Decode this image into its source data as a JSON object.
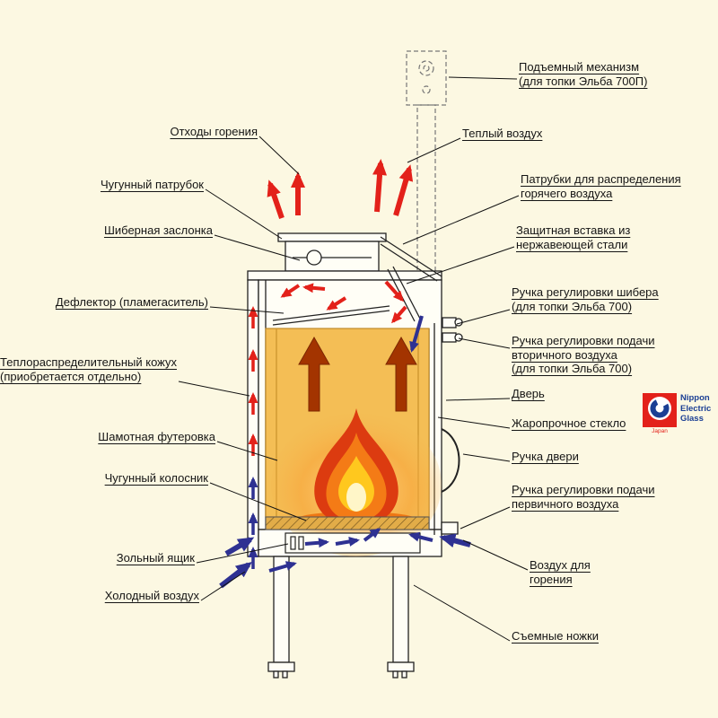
{
  "colors": {
    "background": "#FCF8E2",
    "hot_air_red": "#E3211A",
    "cold_air_blue": "#2E3192",
    "updraft_dark_red": "#A33400",
    "firebox_orange": "#F4BE55",
    "logo_red": "#E3211A",
    "logo_blue": "#1B3F94"
  },
  "logo": {
    "lines": [
      "Nippon",
      "Electric",
      "Glass"
    ],
    "country": "Japan"
  },
  "labels": {
    "left": [
      {
        "lines": [
          "Отходы горения"
        ]
      },
      {
        "lines": [
          "Чугунный патрубок"
        ]
      },
      {
        "lines": [
          "Шиберная заслонка"
        ]
      },
      {
        "lines": [
          "Дефлектор (пламегаситель)"
        ]
      },
      {
        "lines": [
          "Теплораспределительный кожух",
          "(приобретается отдельно)"
        ]
      },
      {
        "lines": [
          "Шамотная футеровка"
        ]
      },
      {
        "lines": [
          "Чугунный колосник"
        ]
      },
      {
        "lines": [
          "Зольный ящик"
        ]
      },
      {
        "lines": [
          "Холодный воздух"
        ]
      }
    ],
    "right": [
      {
        "lines": [
          "Подъемный механизм",
          "(для топки Эльба 700П)"
        ]
      },
      {
        "lines": [
          "Теплый воздух"
        ]
      },
      {
        "lines": [
          "Патрубки для распределения",
          "горячего воздуха"
        ]
      },
      {
        "lines": [
          "Защитная вставка из",
          "нержавеющей стали"
        ]
      },
      {
        "lines": [
          "Ручка регулировки шибера",
          "(для топки Эльба 700)"
        ]
      },
      {
        "lines": [
          "Ручка регулировки подачи",
          "вторичного воздуха",
          "(для топки Эльба 700)"
        ]
      },
      {
        "lines": [
          "Дверь"
        ]
      },
      {
        "lines": [
          "Жаропрочное стекло"
        ]
      },
      {
        "lines": [
          "Ручка двери"
        ]
      },
      {
        "lines": [
          "Ручка регулировки подачи",
          "первичного воздуха"
        ]
      },
      {
        "lines": [
          "Воздух для",
          "горения"
        ]
      },
      {
        "lines": [
          "Съемные ножки"
        ]
      }
    ]
  }
}
